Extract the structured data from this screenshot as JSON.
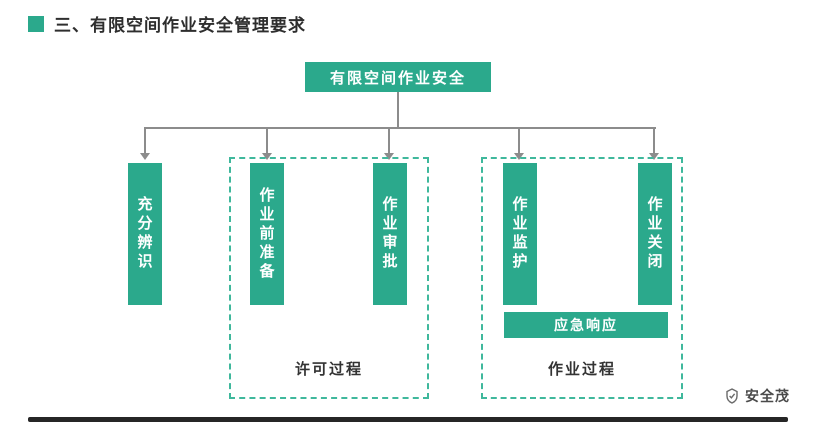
{
  "title": {
    "text": "三、有限空间作业安全管理要求"
  },
  "diagram": {
    "root_label": "有限空间作业安全",
    "columns": [
      "充分辨识",
      "作业前准备",
      "作业审批",
      "作业监护",
      "作业关闭"
    ],
    "groups": [
      {
        "label": "许可过程"
      },
      {
        "label": "作业过程"
      }
    ],
    "emergency_label": "应急响应"
  },
  "footer": {
    "brand": "安全茂"
  },
  "colors": {
    "accent": "#2BA98C",
    "dashed_border": "#3FB89C",
    "connector": "#8C8C8C",
    "text_dark": "#333333",
    "divider": "#262626"
  }
}
